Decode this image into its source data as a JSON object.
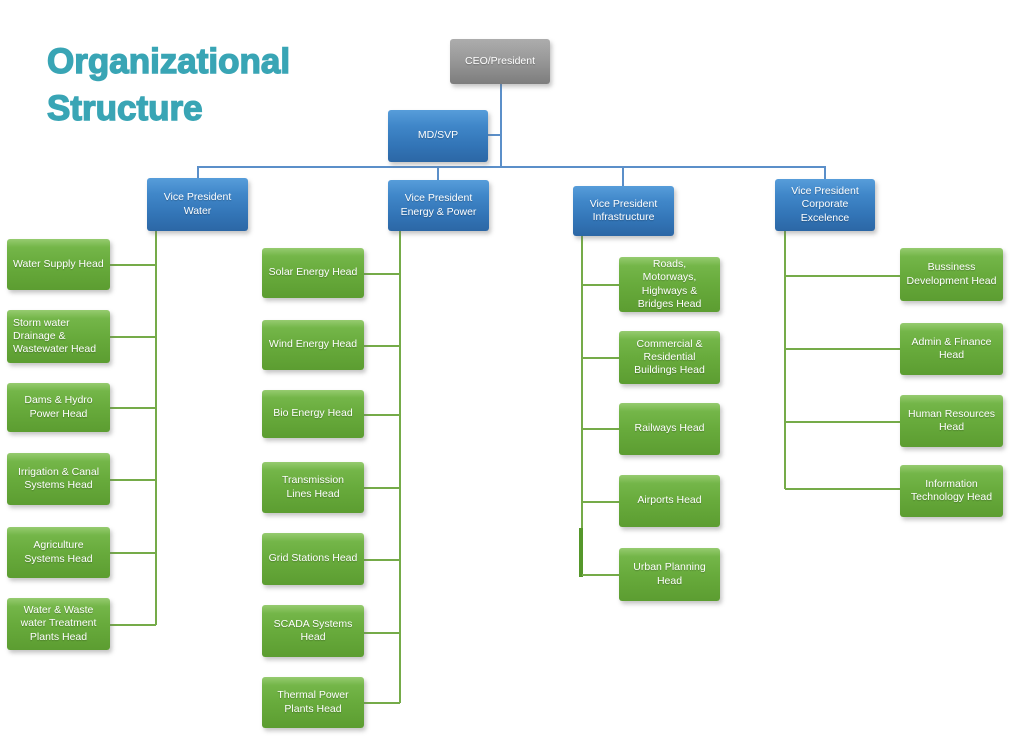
{
  "title": {
    "line1": "Organizational",
    "line2": "Structure"
  },
  "colors": {
    "title_teal": "#39a5b5",
    "connector_blue": "#5b8fc9",
    "connector_green": "#75ab49",
    "connector_green_dark": "#55972a",
    "node_blue": "#3b7fc0",
    "node_green": "#68ab3c",
    "node_gray": "#8f8f8f"
  },
  "org": {
    "ceo": {
      "label": "CEO/President"
    },
    "md": {
      "label": "MD/SVP"
    },
    "columns": [
      {
        "vp": {
          "label": "Vice President Water"
        },
        "heads": [
          {
            "label": "Water Supply Head"
          },
          {
            "label": "Storm water Drainage & Wastewater Head"
          },
          {
            "label": "Dams & Hydro Power Head"
          },
          {
            "label": "Irrigation & Canal Systems Head"
          },
          {
            "label": "Agriculture Systems Head"
          },
          {
            "label": "Water & Waste water Treatment Plants Head"
          }
        ]
      },
      {
        "vp": {
          "label": "Vice President Energy & Power"
        },
        "heads": [
          {
            "label": "Solar Energy Head"
          },
          {
            "label": "Wind Energy Head"
          },
          {
            "label": "Bio Energy Head"
          },
          {
            "label": "Transmission Lines Head"
          },
          {
            "label": "Grid Stations Head"
          },
          {
            "label": "SCADA Systems Head"
          },
          {
            "label": "Thermal Power Plants Head"
          }
        ]
      },
      {
        "vp": {
          "label": "Vice President Infrastructure"
        },
        "heads": [
          {
            "label": "Roads, Motorways, Highways & Bridges Head"
          },
          {
            "label": "Commercial & Residential Buildings Head"
          },
          {
            "label": "Railways Head"
          },
          {
            "label": "Airports Head"
          },
          {
            "label": "Urban Planning Head"
          }
        ]
      },
      {
        "vp": {
          "label": "Vice President Corporate Excelence"
        },
        "heads": [
          {
            "label": "Bussiness Development Head"
          },
          {
            "label": "Admin & Finance Head"
          },
          {
            "label": "Human Resources Head"
          },
          {
            "label": "Information Technology Head"
          }
        ]
      }
    ]
  }
}
